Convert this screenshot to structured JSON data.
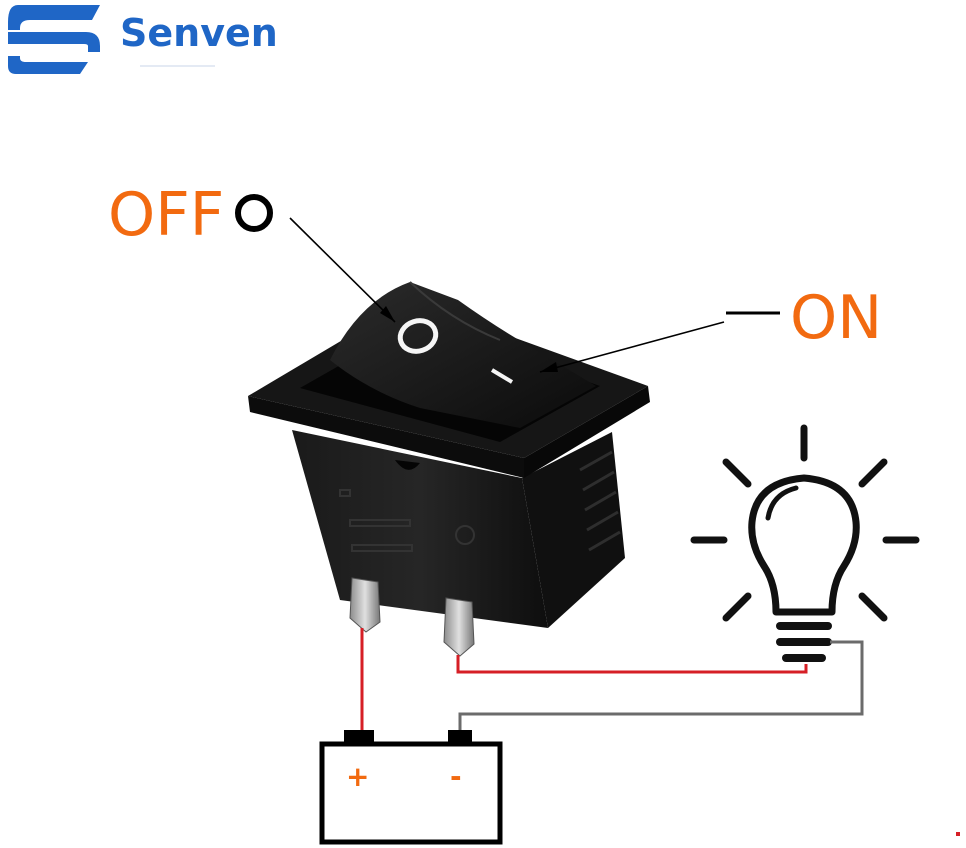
{
  "brand": {
    "name": "Senven",
    "logo_icon": "senven-s-logo",
    "color": "#1f66c6"
  },
  "switch": {
    "off_label": "OFF",
    "off_symbol": "O",
    "on_label": "ON",
    "on_symbol": "—",
    "label_color": "#f26a10",
    "body_color": "#141414"
  },
  "battery": {
    "positive_label": "+",
    "negative_label": "-",
    "terminal_label_color": "#f26a10"
  },
  "wiring": {
    "positive_wire_color": "#d61f26",
    "negative_wire_color": "#6b6b6b"
  },
  "icons": {
    "bulb": "light-bulb-icon",
    "switch": "rocker-switch-icon",
    "battery": "battery-icon"
  }
}
